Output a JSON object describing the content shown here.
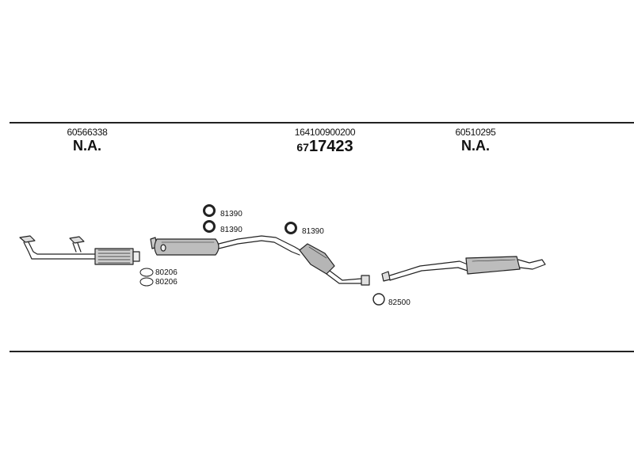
{
  "header": {
    "left": {
      "part_number": "60566338",
      "status": "N.A."
    },
    "middle": {
      "part_number": "164100900200",
      "code_prefix": "67",
      "code_main": "17423"
    },
    "right": {
      "part_number": "60510295",
      "status": "N.A."
    }
  },
  "components": {
    "clamps": [
      {
        "label": "81390"
      },
      {
        "label": "81390"
      },
      {
        "label": "81390"
      }
    ],
    "gaskets": [
      {
        "label": "80206"
      },
      {
        "label": "80206"
      }
    ],
    "rear_clamp": {
      "label": "82500"
    }
  }
}
